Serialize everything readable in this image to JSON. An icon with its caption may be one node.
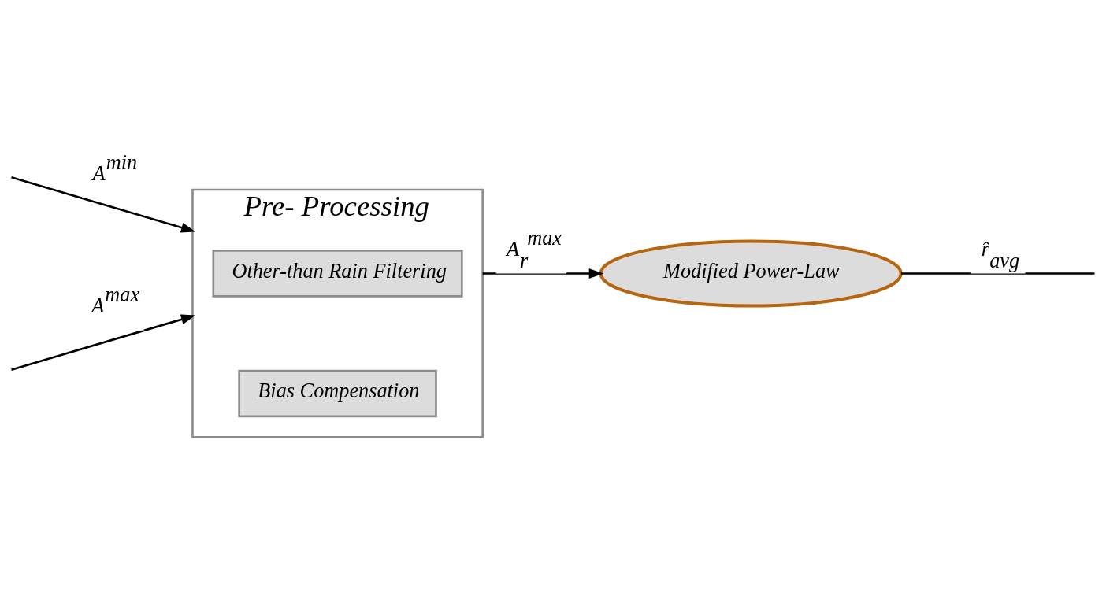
{
  "diagram": {
    "nodes": [
      {
        "text": [
          "Pre- Processing"
        ]
      },
      {
        "text": [
          "Other-than Rain Filtering"
        ],
        "in": 0
      },
      {
        "text": [
          "Bias Compensation"
        ],
        "in": 0
      },
      {
        "text": [
          "Modified Power-Law"
        ]
      }
    ],
    "edges": [
      {
        "from": null,
        "to": 0,
        "arrow": "to",
        "label": "A$^{min}$"
      },
      {
        "from": null,
        "to": 0,
        "arrow": "to",
        "label": "A$^{max}$"
      },
      {
        "from": 0,
        "to": 3,
        "arrow": "to",
        "label": "A$_{r}$$^{max}$"
      },
      {
        "from": 3,
        "to": null,
        "arrow": "none",
        "label": "r̂$_{avg}$"
      }
    ]
  }
}
